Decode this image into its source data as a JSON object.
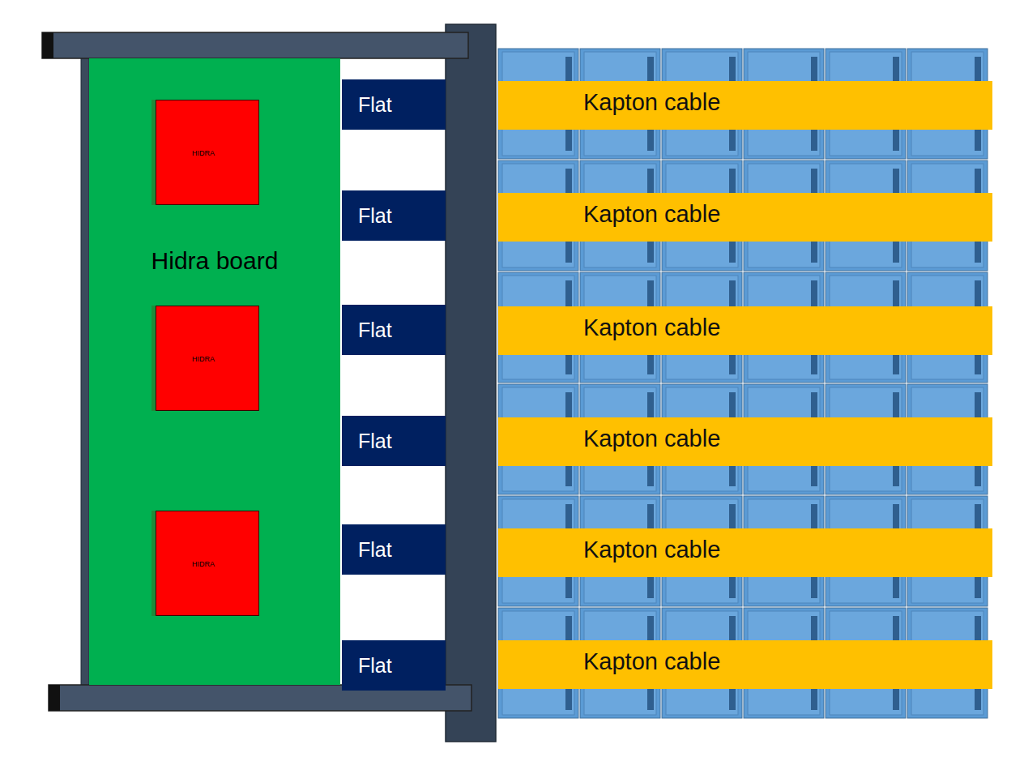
{
  "diagram": {
    "nodes": [
      {
        "text": [
          "Hidra board"
        ]
      },
      {
        "text": [
          "HIDRA"
        ],
        "in": 0
      },
      {
        "text": [
          "HIDRA"
        ],
        "in": 0
      },
      {
        "text": [
          "HIDRA"
        ],
        "in": 0
      },
      {
        "text": [
          "Flat"
        ]
      },
      {
        "text": [
          "Flat"
        ]
      },
      {
        "text": [
          "Flat"
        ]
      },
      {
        "text": [
          "Flat"
        ]
      },
      {
        "text": [
          "Flat"
        ]
      },
      {
        "text": [
          "Flat"
        ]
      },
      {
        "text": [
          "Kapton cable"
        ]
      },
      {
        "text": [
          "Kapton cable"
        ]
      },
      {
        "text": [
          "Kapton cable"
        ]
      },
      {
        "text": [
          "Kapton cable"
        ]
      },
      {
        "text": [
          "Kapton cable"
        ]
      },
      {
        "text": [
          "Kapton cable"
        ]
      }
    ]
  }
}
